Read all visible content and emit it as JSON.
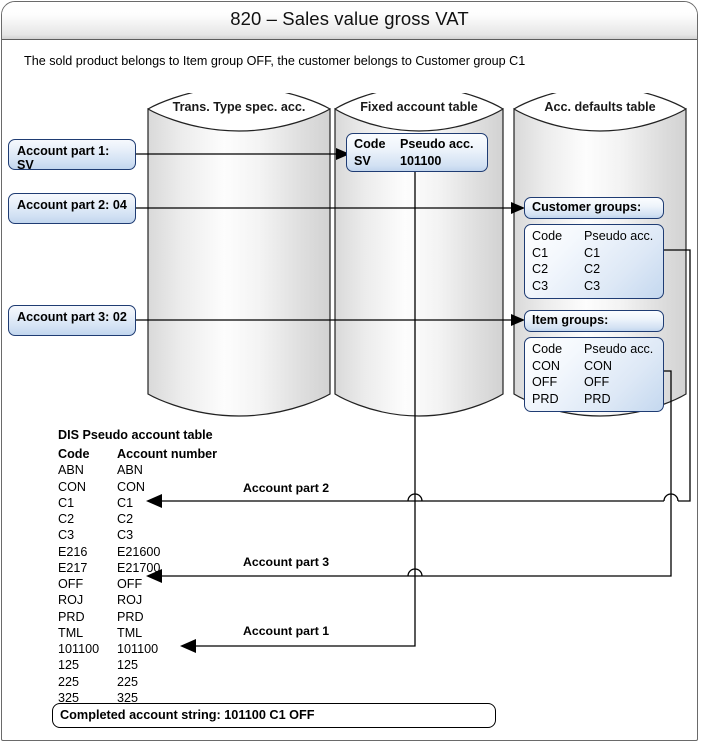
{
  "window": {
    "title": "820 – Sales value gross VAT",
    "subtitle": "The sold product belongs to Item group OFF, the customer belongs to Customer group C1"
  },
  "cylinders": [
    {
      "name": "trans-type-spec-acc",
      "label": "Trans. Type spec. acc."
    },
    {
      "name": "fixed-account-table",
      "label": "Fixed account table"
    },
    {
      "name": "acc-defaults-table",
      "label": "Acc. defaults table"
    }
  ],
  "account_parts": [
    {
      "name": "account-part-1",
      "label": "Account part 1: SV"
    },
    {
      "name": "account-part-2",
      "label": "Account part 2: 04"
    },
    {
      "name": "account-part-3",
      "label": "Account part 3: 02"
    }
  ],
  "fixed_account_box": {
    "header_code": "Code",
    "header_pseudo": "Pseudo acc.",
    "row_code": "SV",
    "row_pseudo": "101100"
  },
  "customer_groups": {
    "heading": "Customer groups:",
    "columns": [
      "Code",
      "Pseudo acc."
    ],
    "rows": [
      [
        "C1",
        "C1"
      ],
      [
        "C2",
        "C2"
      ],
      [
        "C3",
        "C3"
      ]
    ]
  },
  "item_groups": {
    "heading": "Item groups:",
    "columns": [
      "Code",
      "Pseudo acc."
    ],
    "rows": [
      [
        "CON",
        "CON"
      ],
      [
        "OFF",
        "OFF"
      ],
      [
        "PRD",
        "PRD"
      ]
    ]
  },
  "dis_table": {
    "title": "DIS Pseudo account table",
    "columns": [
      "Code",
      "Account number"
    ],
    "rows": [
      [
        "ABN",
        "ABN"
      ],
      [
        "CON",
        "CON"
      ],
      [
        "C1",
        "C1"
      ],
      [
        "C2",
        "C2"
      ],
      [
        "C3",
        "C3"
      ],
      [
        "E216",
        "E21600"
      ],
      [
        "E217",
        "E21700"
      ],
      [
        "OFF",
        "OFF"
      ],
      [
        "ROJ",
        "ROJ"
      ],
      [
        "PRD",
        "PRD"
      ],
      [
        "TML",
        "TML"
      ],
      [
        "101100",
        "101100"
      ],
      [
        "125",
        "125"
      ],
      [
        "225",
        "225"
      ],
      [
        "325",
        "325"
      ]
    ]
  },
  "arrow_labels": [
    {
      "name": "arrow-label-account-part-2",
      "text": "Account part 2"
    },
    {
      "name": "arrow-label-account-part-3",
      "text": "Account part 3"
    },
    {
      "name": "arrow-label-account-part-1",
      "text": "Account part 1"
    }
  ],
  "result": {
    "text": "Completed account string: 101100 C1 OFF"
  },
  "colors": {
    "box_border": "#1f3c73",
    "line": "#000000",
    "title_bg_top": "#ffffff",
    "title_bg_bottom": "#d2d2d2"
  }
}
